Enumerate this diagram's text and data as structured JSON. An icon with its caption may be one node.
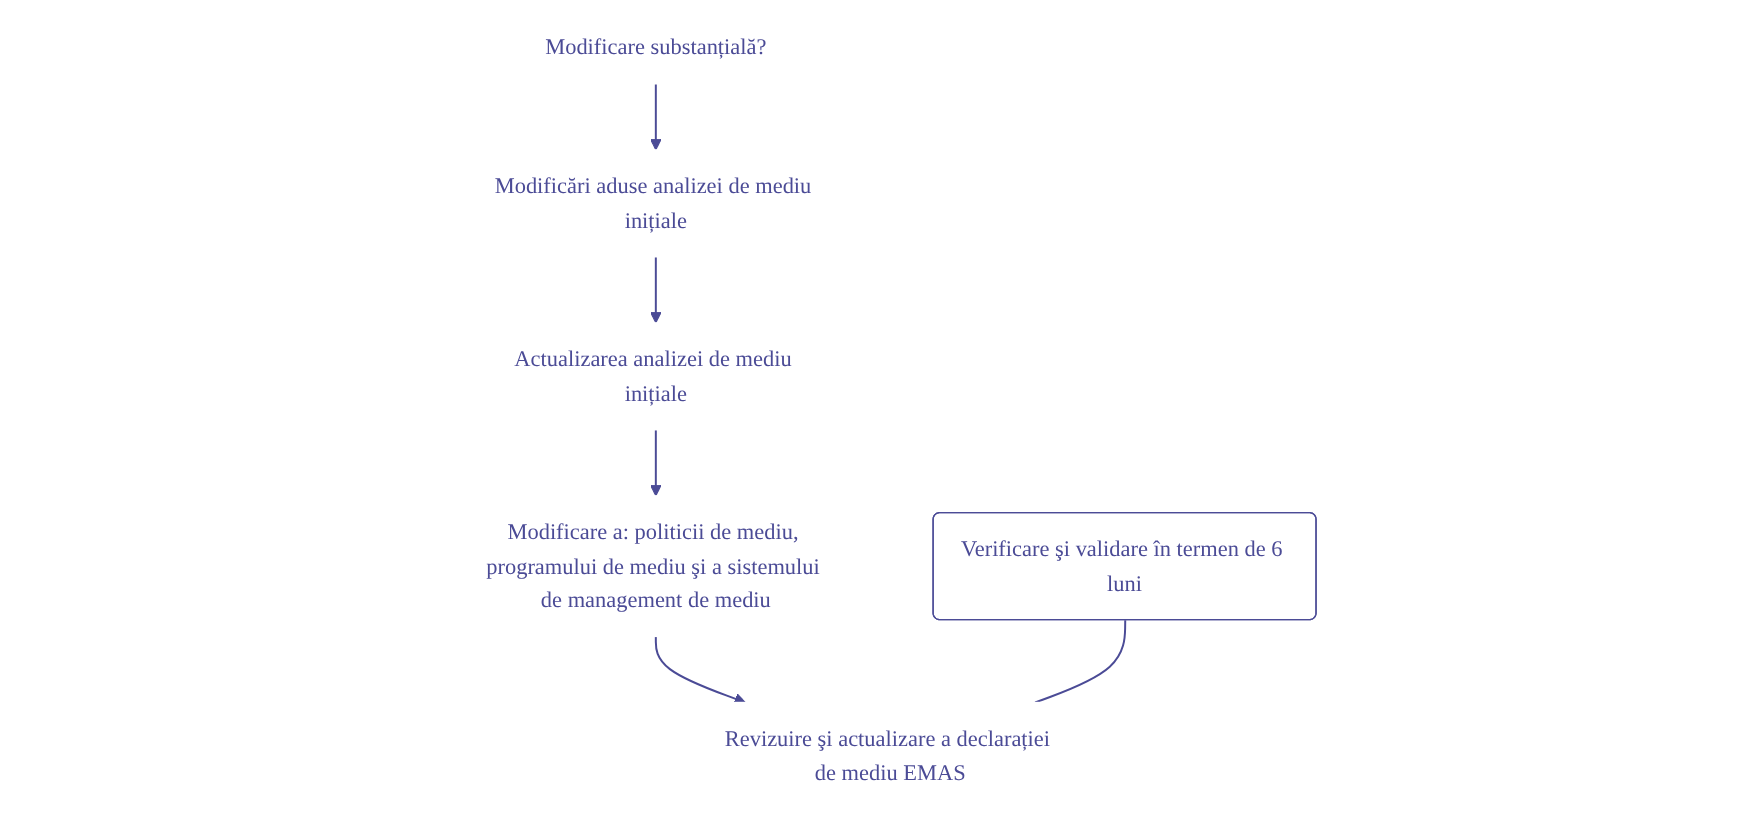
{
  "diagram": {
    "nodes": [
      {
        "text": [
          "Modificare substanțială?"
        ]
      },
      {
        "text": [
          "Modificări aduse analizei de mediu inițiale"
        ]
      },
      {
        "text": [
          "Actualizarea analizei de mediu inițiale"
        ]
      },
      {
        "text": [
          "Modificare a: politicii de mediu, programului de mediu şi a sistemului de management de mediu"
        ]
      },
      {
        "text": [
          "Revizuire şi actualizare a declarației de mediu EMAS"
        ]
      },
      {
        "text": [
          "Verificare şi validare în termen de 6 luni"
        ]
      }
    ],
    "edges": [
      {
        "from": 0,
        "to": 1,
        "arrow": "to"
      },
      {
        "from": 1,
        "to": 2,
        "arrow": "to"
      },
      {
        "from": 2,
        "to": 3,
        "arrow": "to"
      },
      {
        "from": 3,
        "to": 4,
        "arrow": "to"
      },
      {
        "from": 5,
        "to": 4,
        "arrow": "none"
      }
    ]
  }
}
